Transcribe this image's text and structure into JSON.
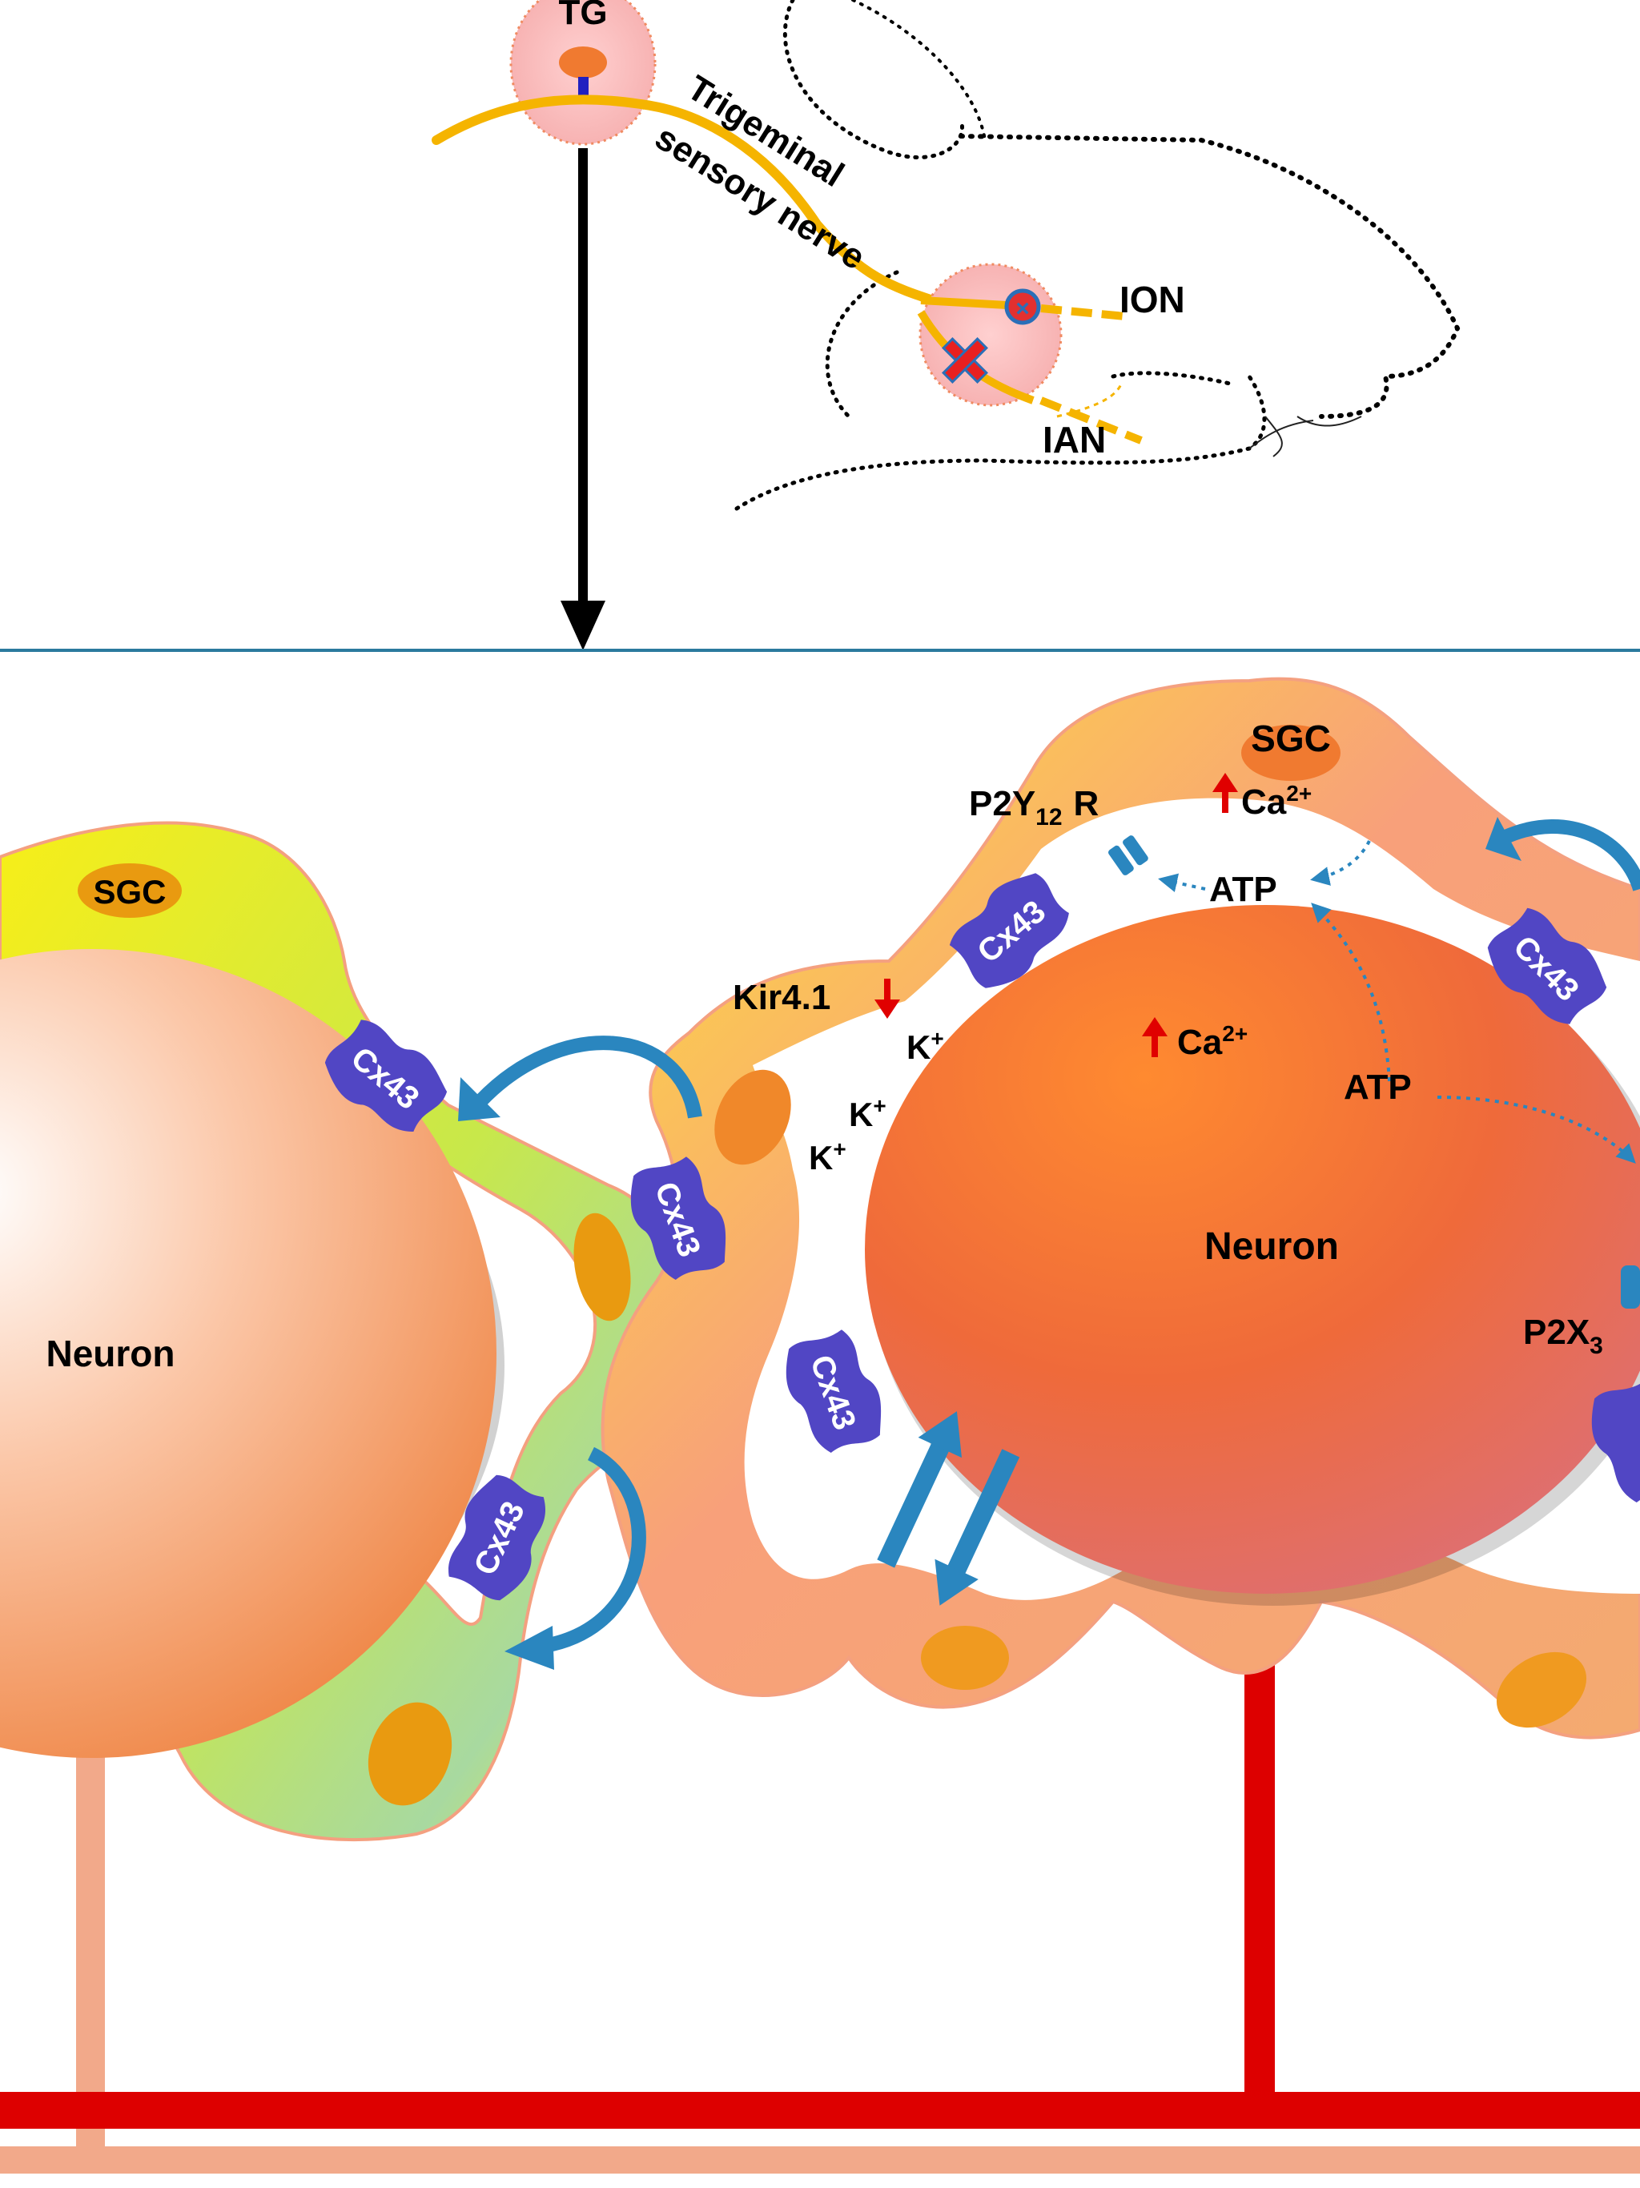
{
  "top_panel": {
    "tg_label": "TG",
    "nerve_label_line1": "Trigeminal",
    "nerve_label_line2": "sensory nerve",
    "ion_label": "ION",
    "ian_label": "IAN"
  },
  "bottom_panel": {
    "sgc_left": "SGC",
    "sgc_right": "SGC",
    "neuron_left": "Neuron",
    "neuron_right": "Neuron",
    "cx43": "Cx43",
    "p2y12_p2y": "P2Y",
    "p2y12_sub": "12",
    "p2y12_r": "R",
    "ca_top": "Ca",
    "ca_neuron": "Ca",
    "ca_sup": "2+",
    "atp_top": "ATP",
    "atp_right": "ATP",
    "kir": "Kir4.1",
    "k_plus": "K",
    "k_sup": "+",
    "p2x3_main": "P2X",
    "p2x3_sub": "3"
  },
  "colors": {
    "divider": "#2b7a9e",
    "cx43": "#5146c4",
    "nerve": "#f5b400",
    "axon_red": "#dd0000",
    "axon_peach": "#f2a98a",
    "arrow_blue": "#2a86bf",
    "up_arrow_red": "#e00000"
  }
}
